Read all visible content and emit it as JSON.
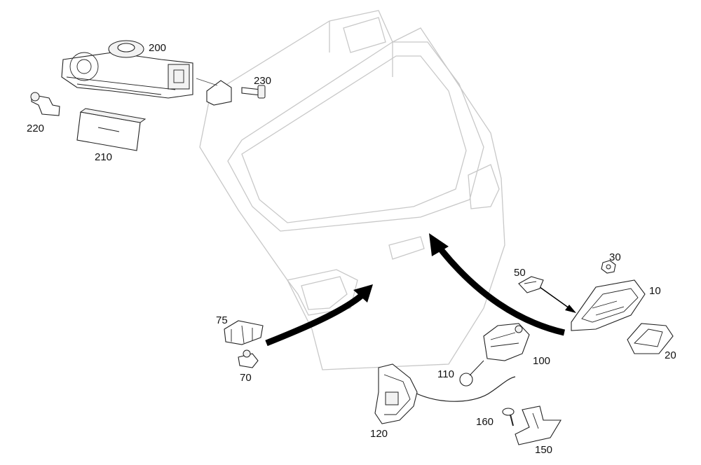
{
  "diagram": {
    "labels": {
      "p10": "10",
      "p20": "20",
      "p30": "30",
      "p50": "50",
      "p70": "70",
      "p75": "75",
      "p100": "100",
      "p110": "110",
      "p120": "120",
      "p150": "150",
      "p160": "160",
      "p200": "200",
      "p210": "210",
      "p220": "220",
      "p230": "230"
    }
  }
}
